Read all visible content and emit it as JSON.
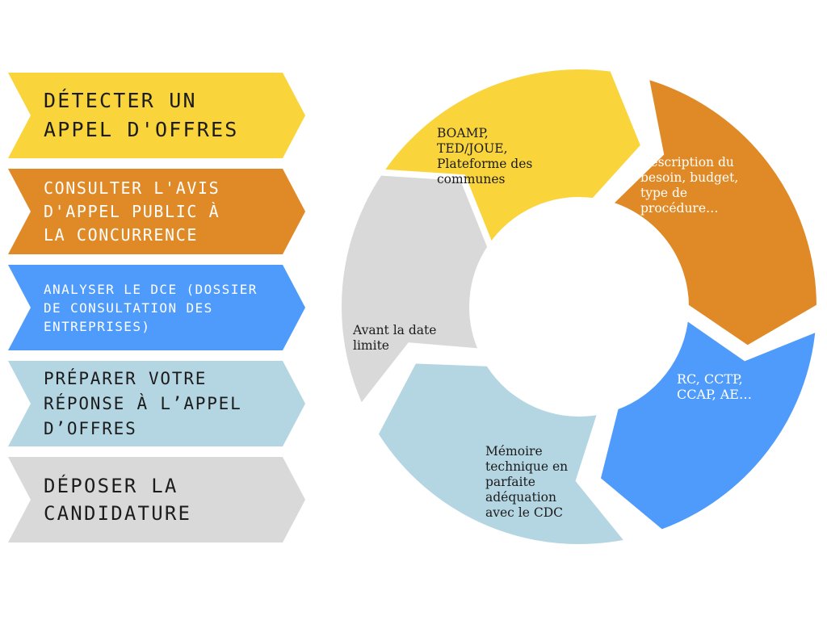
{
  "steps": [
    {
      "label": "Détecter un\nappel d'offres",
      "color": "#f9d43b"
    },
    {
      "label": "Consulter l'avis\nd'appel public à\nla concurrence",
      "color": "#e08a27"
    },
    {
      "label": "Analyser le DCE (dossier\nde consultation des\nentreprises)",
      "color": "#4f9bfc"
    },
    {
      "label": "Préparer votre\nréponse à l’appel\nd’offres",
      "color": "#b4d5e2"
    },
    {
      "label": "Déposer la\ncandidature",
      "color": "#d9d9d9"
    }
  ],
  "cycle": [
    {
      "label": "BOAMP,\nTED/JOUE,\nPlateforme des\ncommunes",
      "color": "#f9d43b"
    },
    {
      "label": "Description du\nbesoin, budget,\ntype de\nprocédure…",
      "color": "#e08a27"
    },
    {
      "label": "RC, CCTP,\nCCAP, AE…",
      "color": "#4f9bfc"
    },
    {
      "label": "Mémoire\ntechnique en\nparfaite\nadéquation\navec le CDC",
      "color": "#b4d5e2"
    },
    {
      "label": "Avant la date\nlimite",
      "color": "#d9d9d9"
    }
  ]
}
